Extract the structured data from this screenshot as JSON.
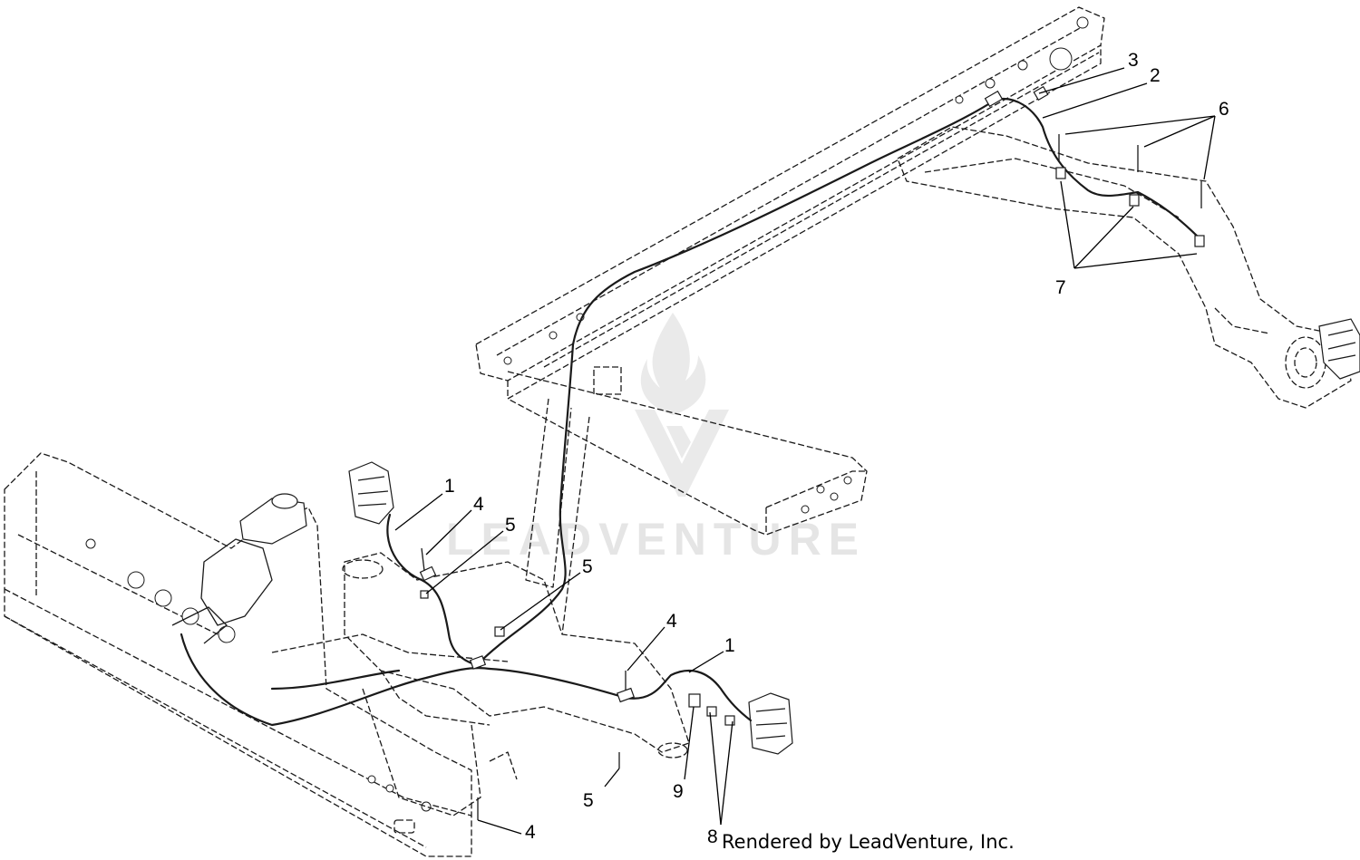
{
  "callouts": {
    "c1a": "1",
    "c1b": "1",
    "c2": "2",
    "c3": "3",
    "c4a": "4",
    "c4b": "4",
    "c4c": "4",
    "c5a": "5",
    "c5b": "5",
    "c5c": "5",
    "c6": "6",
    "c7": "7",
    "c8": "8",
    "c9": "9"
  },
  "watermark": {
    "text": "LEADVENTURE",
    "icon": "leadventure-flame-logo"
  },
  "credit": "Rendered by LeadVenture, Inc."
}
